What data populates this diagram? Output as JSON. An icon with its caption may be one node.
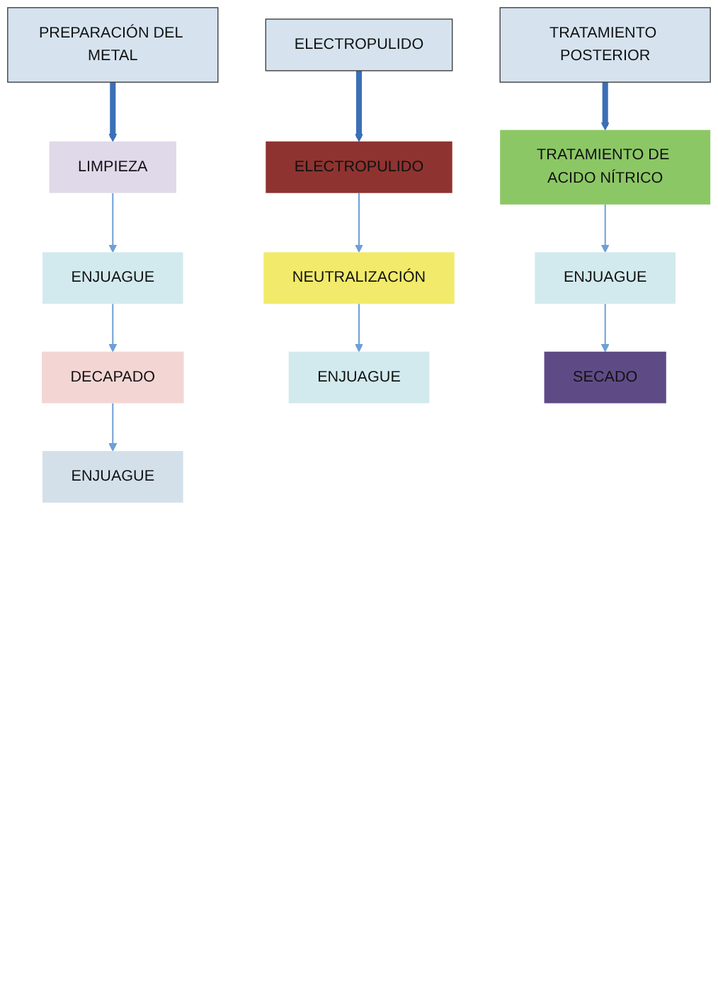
{
  "diagram": {
    "nodes": [
      {
        "text": [
          "PREPARACIÓN DEL METAL"
        ]
      },
      {
        "text": [
          "LIMPIEZA"
        ]
      },
      {
        "text": [
          "ENJUAGUE"
        ]
      },
      {
        "text": [
          "DECAPADO"
        ]
      },
      {
        "text": [
          "ENJUAGUE"
        ]
      },
      {
        "text": [
          "ELECTROPULIDO"
        ]
      },
      {
        "text": [
          "ELECTROPULIDO"
        ]
      },
      {
        "text": [
          "NEUTRALIZACIÓN"
        ]
      },
      {
        "text": [
          "ENJUAGUE"
        ]
      },
      {
        "text": [
          "TRATAMIENTO POSTERIOR"
        ]
      },
      {
        "text": [
          "TRATAMIENTO DE ACIDO NÍTRICO"
        ]
      },
      {
        "text": [
          "ENJUAGUE"
        ]
      },
      {
        "text": [
          "SECADO"
        ]
      }
    ],
    "edges": [
      {
        "from": 0,
        "to": 1,
        "arrow": "to",
        "style": "thick",
        "color": "#3b6fb6"
      },
      {
        "from": 1,
        "to": 2,
        "arrow": "to"
      },
      {
        "from": 2,
        "to": 3,
        "arrow": "to"
      },
      {
        "from": 3,
        "to": 4,
        "arrow": "to"
      },
      {
        "from": 5,
        "to": 6,
        "arrow": "to",
        "style": "thick",
        "color": "#3b6fb6"
      },
      {
        "from": 6,
        "to": 7,
        "arrow": "to"
      },
      {
        "from": 7,
        "to": 8,
        "arrow": "to"
      },
      {
        "from": 9,
        "to": 10,
        "arrow": "to",
        "style": "thick",
        "color": "#3b6fb6"
      },
      {
        "from": 10,
        "to": 11,
        "arrow": "to"
      },
      {
        "from": 11,
        "to": 12,
        "arrow": "to"
      }
    ]
  }
}
